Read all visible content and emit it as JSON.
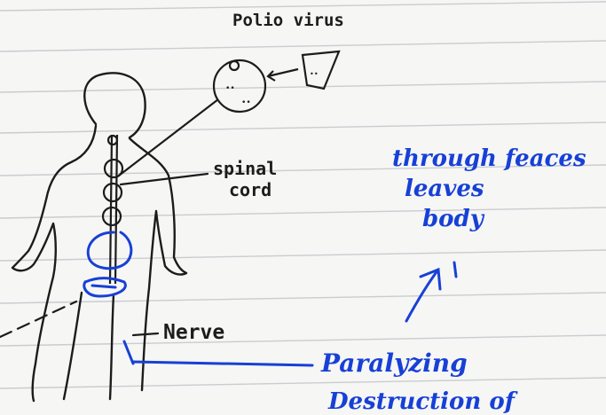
{
  "notebook": {
    "colors": {
      "paper": "#f6f6f4",
      "rule_line": "#c9ccd1",
      "pencil": "#1c1c1c",
      "blue_ink": "#1740d6"
    }
  },
  "diagram": {
    "title": "Polio virus",
    "labels": {
      "spinal_line1": "spinal",
      "spinal_line2": "cord",
      "nerve": "Nerve",
      "through_line1": "through feaces",
      "through_line2": "leaves",
      "through_line3": "body",
      "paralyzing": "Paralyzing",
      "destruction": "Destruction of"
    }
  }
}
